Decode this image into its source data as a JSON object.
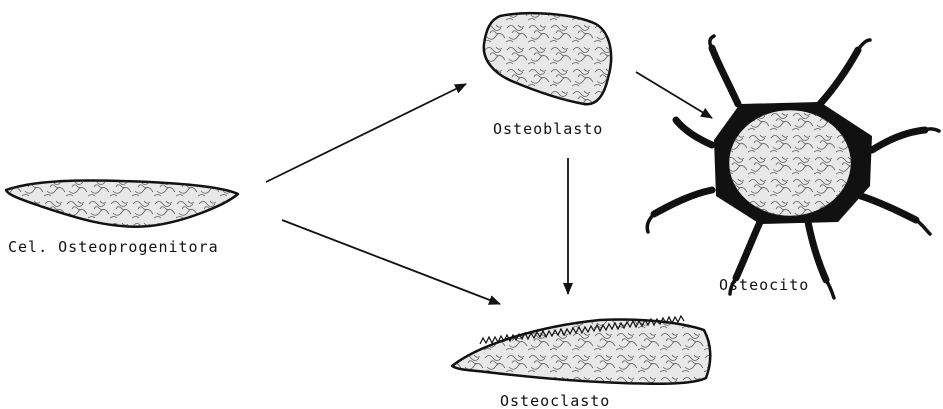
{
  "labels": {
    "progenitor": "Cel. Osteoprogenitora",
    "osteoblast": "Osteoblasto",
    "osteocyte": "Osteocito",
    "osteoclast": "Osteoclasto"
  },
  "colors": {
    "ink": "#111111",
    "cell_fill": "#e8e8e8",
    "background": "#ffffff"
  }
}
